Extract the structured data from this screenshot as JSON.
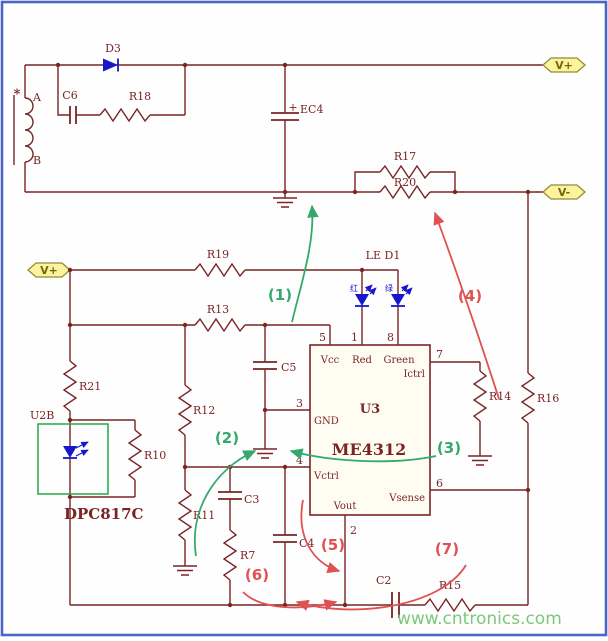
{
  "meta": {
    "watermark": "www.cntronics.com"
  },
  "colors": {
    "wire": "#7a2424",
    "blue": "#1717c9",
    "green": "#33a96c",
    "red": "#e05151",
    "termfill": "#fdf2a0",
    "termstroke": "#8f8f2e",
    "termtext": "#6e6e00",
    "watermark": "#7cc87c",
    "border": "#4a67c8",
    "optobox": "#23a845",
    "chipfill": "#fffdf2"
  },
  "terminals": {
    "vplus_top": "V+",
    "vminus": "V-",
    "vplus_left": "V+"
  },
  "labels": {
    "xfmr_a": "A",
    "xfmr_b": "B",
    "xfmr_star": "*",
    "d3": "D3",
    "c6": "C6",
    "r18": "R18",
    "ec4_plus": "+",
    "ec4": "EC4",
    "r17": "R17",
    "r20": "R20",
    "r19": "R19",
    "r13": "R13",
    "r21": "R21",
    "led_group": "LE D1",
    "led_red": "红",
    "led_green": "绿",
    "u2b": "U2B",
    "opto_part": "DPC817C",
    "r10": "R10",
    "r12": "R12",
    "r11": "R11",
    "c5": "C5",
    "c3": "C3",
    "r7": "R7",
    "c4": "C4",
    "c2": "C2",
    "r15": "R15",
    "r14": "R14",
    "r16": "R16"
  },
  "chip": {
    "refdes": "U3",
    "part": "ME4312",
    "pins": [
      {
        "num": "5",
        "name": "Vcc"
      },
      {
        "num": "1",
        "name": "Red"
      },
      {
        "num": "8",
        "name": "Green"
      },
      {
        "num": "7",
        "name": "Ictrl"
      },
      {
        "num": "3",
        "name": "GND"
      },
      {
        "num": "4",
        "name": "Vctrl"
      },
      {
        "num": "2",
        "name": "Vout"
      },
      {
        "num": "6",
        "name": "Vsense"
      }
    ]
  },
  "annotations": {
    "items": [
      "(1)",
      "(2)",
      "(3)",
      "(4)",
      "(5)",
      "(6)",
      "(7)"
    ]
  }
}
